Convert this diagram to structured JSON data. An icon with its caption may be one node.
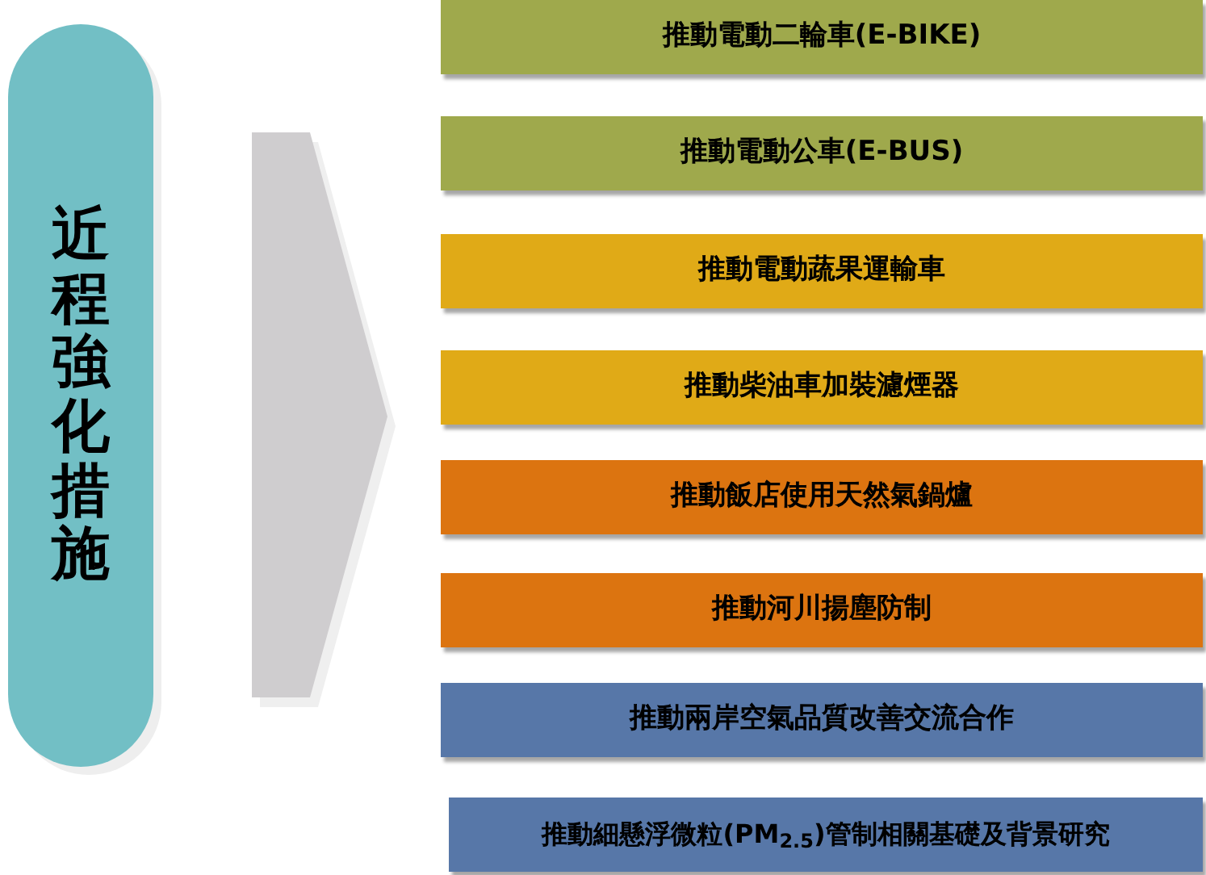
{
  "diagram": {
    "nodes": [
      {
        "text": [
          "近程強化措施"
        ]
      },
      {
        "text": [],
        "shape": "arrow"
      },
      {
        "text": [
          "推動電動二輪車(E-BIKE)"
        ]
      },
      {
        "text": [
          "推動電動公車(E-BUS)"
        ]
      },
      {
        "text": [
          "推動電動蔬果運輸車"
        ]
      },
      {
        "text": [
          "推動柴油車加裝濾煙器"
        ]
      },
      {
        "text": [
          "推動飯店使用天然氣鍋爐"
        ]
      },
      {
        "text": [
          "推動河川揚塵防制"
        ]
      },
      {
        "text": [
          "推動兩岸空氣品質改善交流合作"
        ]
      },
      {
        "text": [
          "推動細懸浮微粒(PM$_{2.5}$)管制相關基礎及背景研究"
        ]
      }
    ]
  }
}
